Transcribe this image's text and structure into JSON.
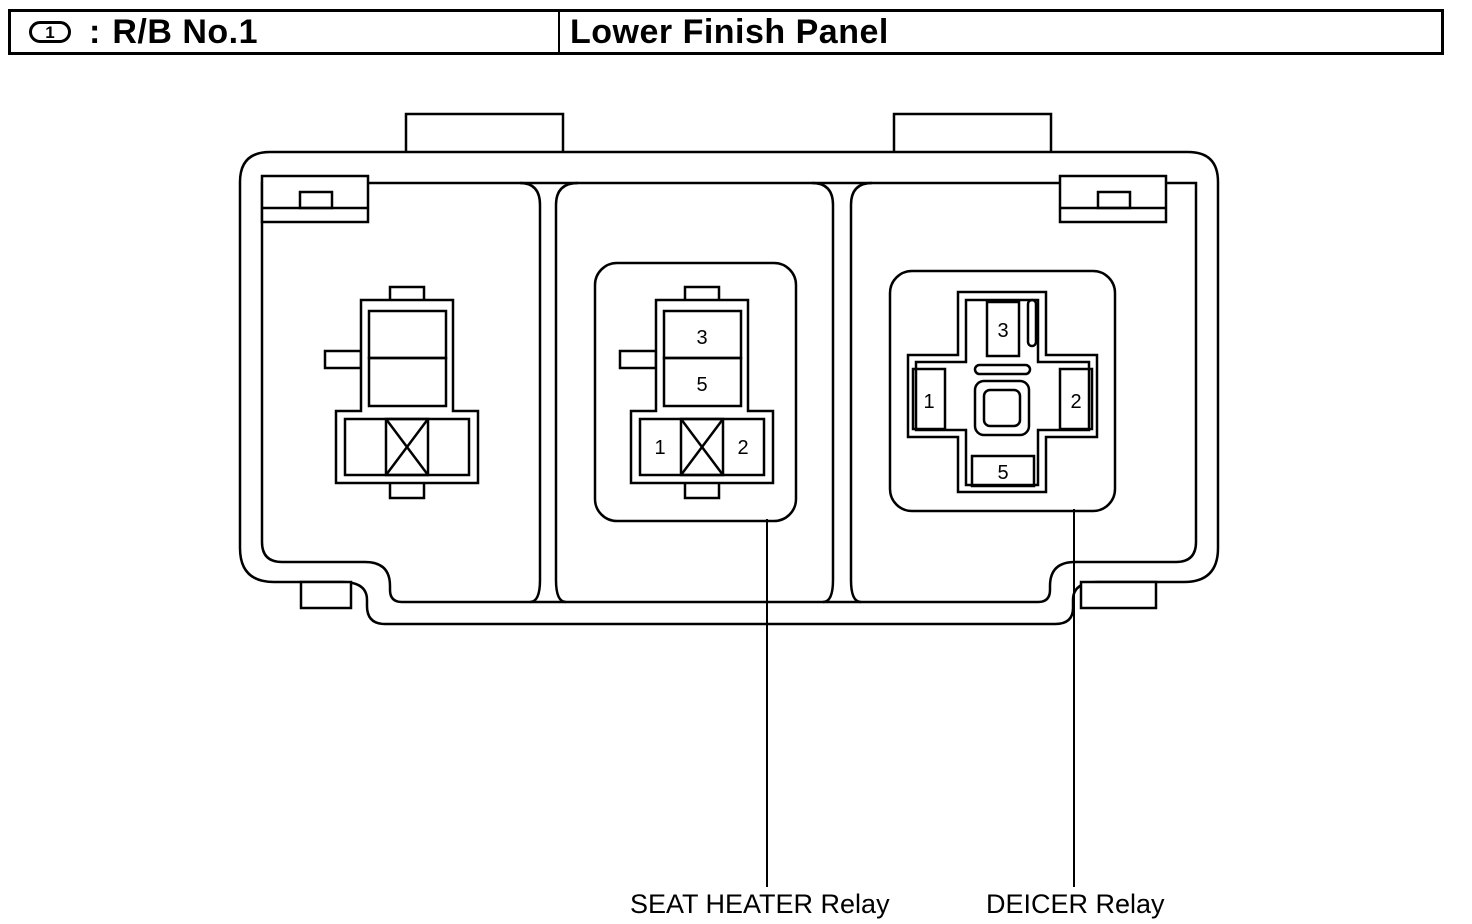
{
  "header": {
    "connector_number": "1",
    "connector_separator": ":",
    "connector_name": "R/B No.1",
    "location": "Lower Finish Panel"
  },
  "seat_heater_relay": {
    "label": "SEAT HEATER Relay",
    "pins": {
      "p3": "3",
      "p5": "5",
      "p1": "1",
      "p2": "2"
    }
  },
  "deicer_relay": {
    "label": "DEICER Relay",
    "pins": {
      "p3": "3",
      "p1": "1",
      "p2": "2",
      "p5": "5"
    }
  }
}
